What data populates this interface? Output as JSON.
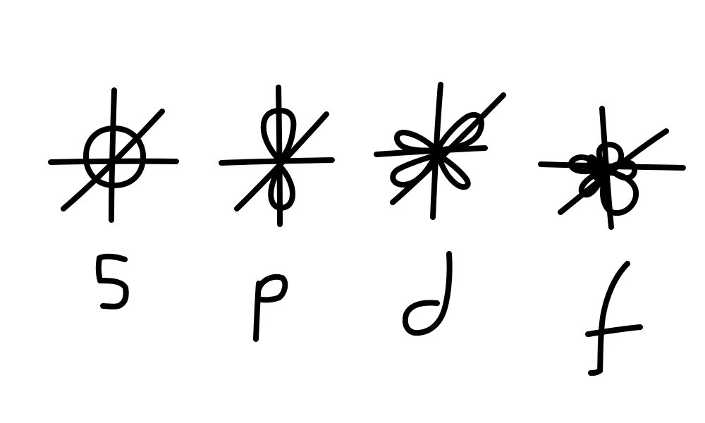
{
  "diagram": {
    "background_color": "#ffffff",
    "stroke_color": "#000000",
    "orbitals": [
      {
        "label": "s",
        "shape": "sphere",
        "lobes": 1
      },
      {
        "label": "p",
        "shape": "dumbbell",
        "lobes": 2
      },
      {
        "label": "d",
        "shape": "cloverleaf",
        "lobes": 4
      },
      {
        "label": "f",
        "shape": "multi-lobed",
        "lobes": 6
      }
    ]
  }
}
